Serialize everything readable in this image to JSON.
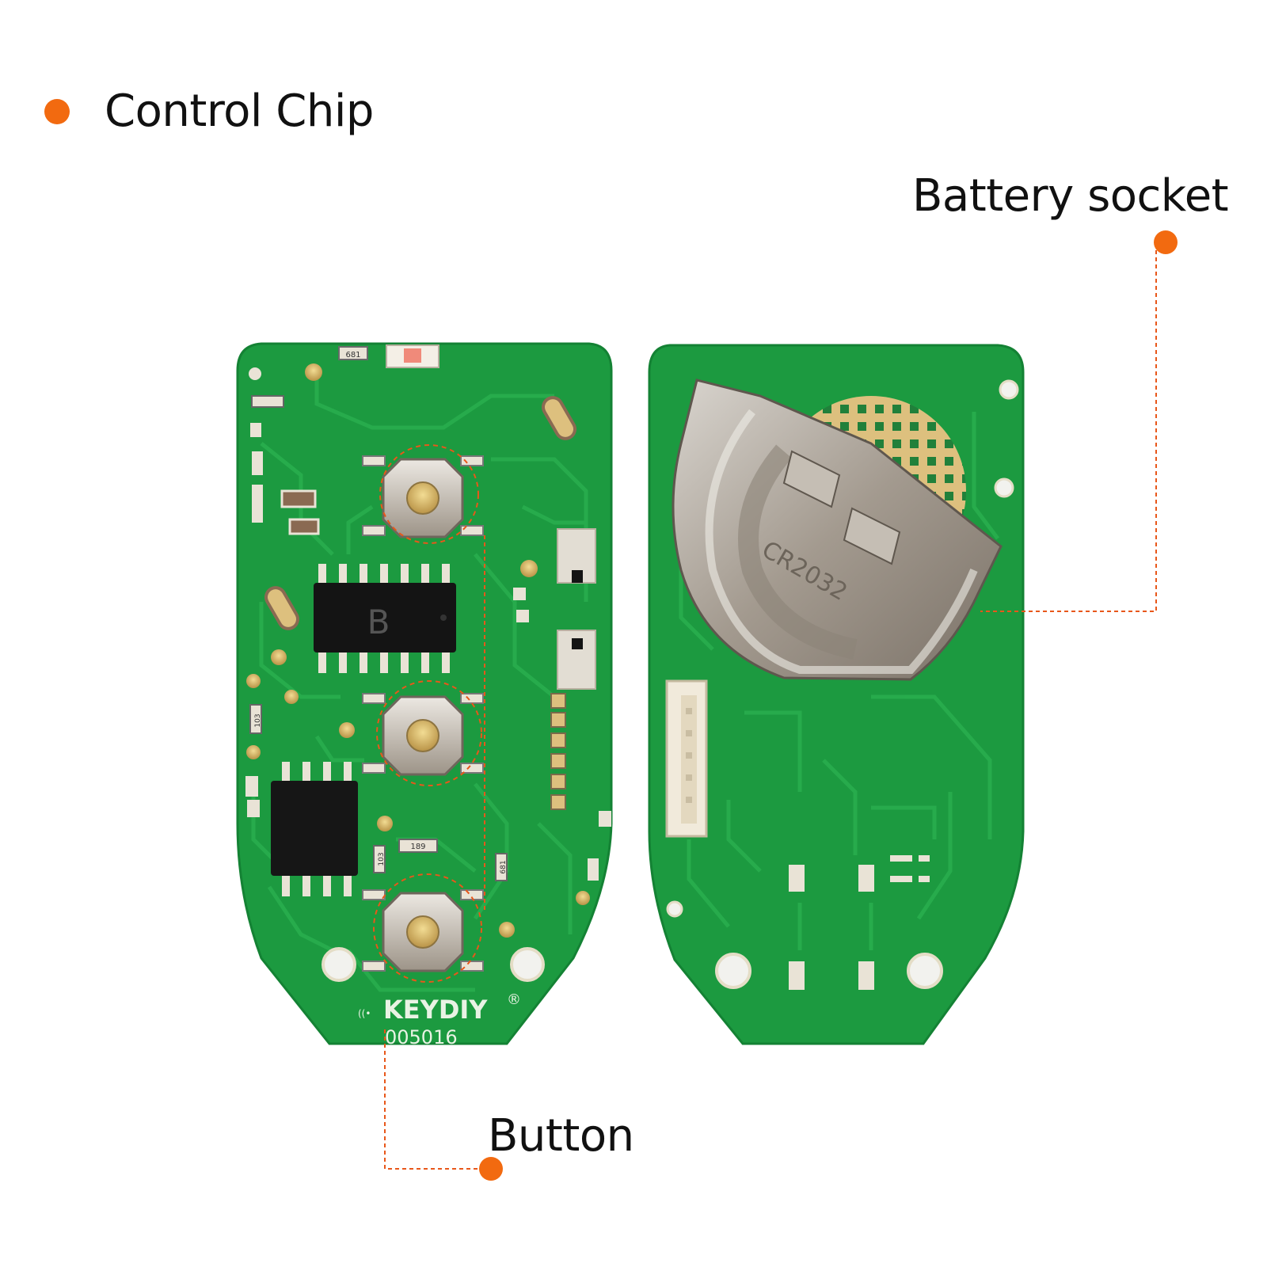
{
  "title": {
    "bullet_color": "#f26a10",
    "text": "Control Chip"
  },
  "callouts": {
    "battery_socket": "Battery socket",
    "button": "Button",
    "line_color": "#e8571a"
  },
  "board": {
    "brand": "KEYDIY",
    "model": "005016",
    "chip_mark": "B",
    "pcb_color": "#1c9a40",
    "resistor_codes": [
      "681",
      "103",
      "189",
      "103",
      "681"
    ]
  }
}
